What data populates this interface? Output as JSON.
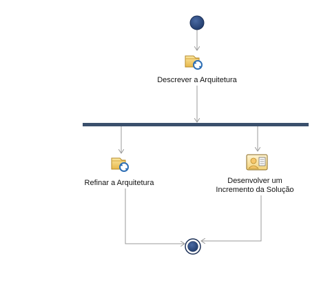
{
  "diagram": {
    "nodes": {
      "start": {
        "kind": "initial-node"
      },
      "describe": {
        "kind": "activity",
        "icon": "task-refresh-icon",
        "label": "Descrever a Arquitetura"
      },
      "fork": {
        "kind": "fork-bar"
      },
      "refine": {
        "kind": "activity",
        "icon": "task-refresh-icon",
        "label": "Refinar a Arquitetura"
      },
      "develop": {
        "kind": "activity",
        "icon": "role-document-icon",
        "label_line1": "Desenvolver um",
        "label_line2": "Incremento da Solução"
      },
      "end": {
        "kind": "final-node"
      }
    },
    "edges": [
      {
        "from": "start",
        "to": "describe"
      },
      {
        "from": "describe",
        "to": "fork"
      },
      {
        "from": "fork",
        "to": "refine"
      },
      {
        "from": "fork",
        "to": "develop"
      },
      {
        "from": "refine",
        "to": "end"
      },
      {
        "from": "develop",
        "to": "end"
      }
    ],
    "colors": {
      "node_fill": "#2c4a7c",
      "node_stroke": "#1b2f55",
      "bar": "#3a4f6c",
      "edge": "#9a9a9a",
      "icon_folder": "#f2c94c",
      "icon_refresh": "#2e6fb5"
    }
  }
}
